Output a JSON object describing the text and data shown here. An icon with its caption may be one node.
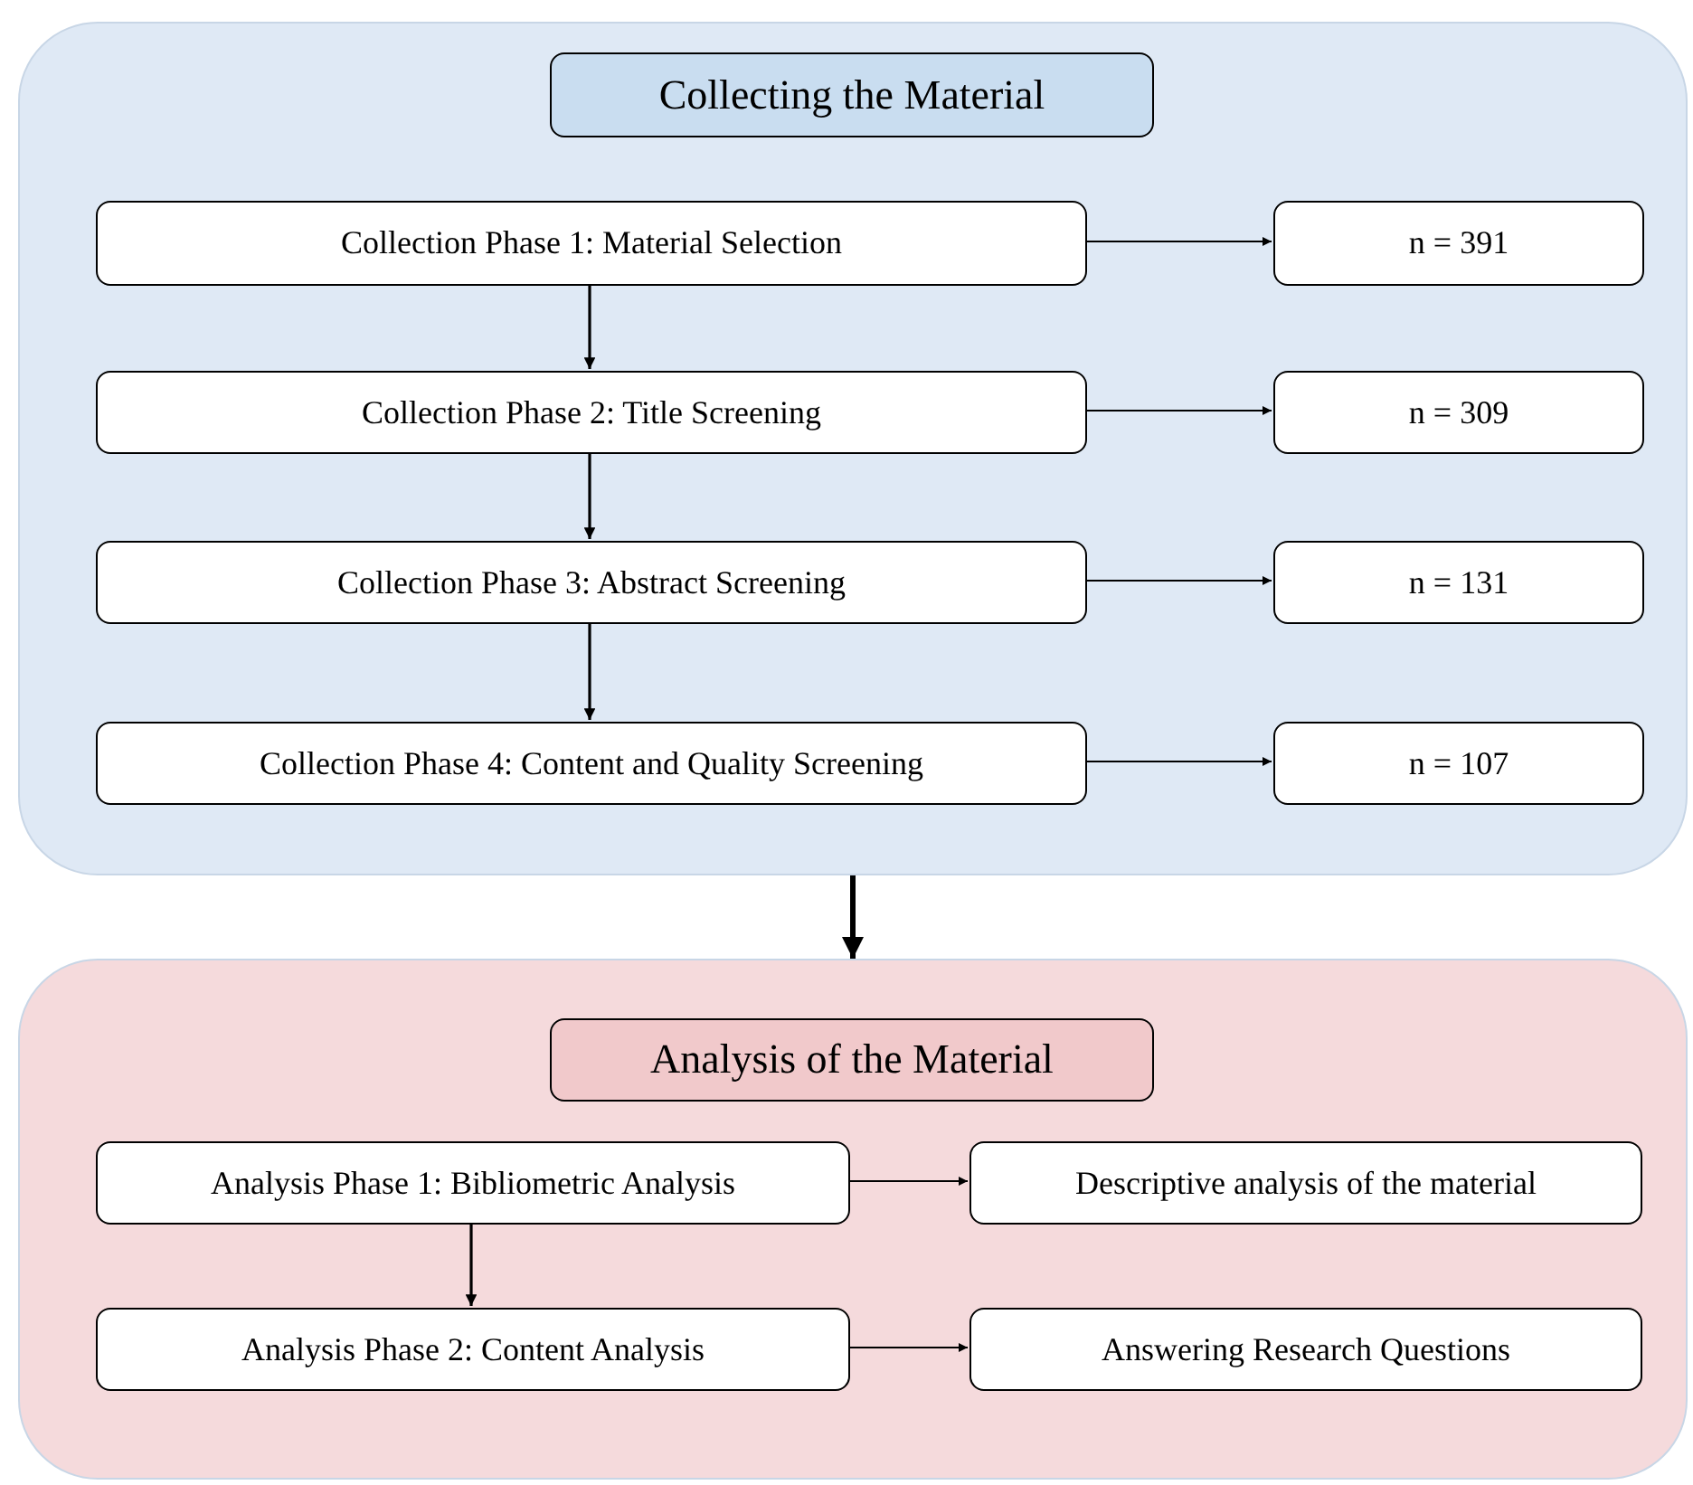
{
  "diagram": {
    "nodes": [
      {
        "text": [],
        "shape": "box"
      },
      {
        "text": [
          "Collecting the Material"
        ],
        "in": 0
      },
      {
        "text": [
          "Collection Phase 1: Material Selection"
        ],
        "in": 0
      },
      {
        "text": [
          "n = 391"
        ],
        "in": 0
      },
      {
        "text": [
          "Collection Phase 2: Title Screening"
        ],
        "in": 0
      },
      {
        "text": [
          "n = 309"
        ],
        "in": 0
      },
      {
        "text": [
          "Collection Phase 3: Abstract Screening"
        ],
        "in": 0
      },
      {
        "text": [
          "n = 131"
        ],
        "in": 0
      },
      {
        "text": [
          "Collection Phase 4: Content and Quality Screening"
        ],
        "in": 0
      },
      {
        "text": [
          "n = 107"
        ],
        "in": 0
      },
      {
        "text": [],
        "shape": "box"
      },
      {
        "text": [
          "Analysis of the Material"
        ],
        "in": 10
      },
      {
        "text": [
          "Analysis Phase 1: Bibliometric Analysis"
        ],
        "in": 10
      },
      {
        "text": [
          "Descriptive analysis of the material"
        ],
        "in": 10
      },
      {
        "text": [
          "Analysis Phase 2: Content Analysis"
        ],
        "in": 10
      },
      {
        "text": [
          "Answering Research Questions"
        ],
        "in": 10
      }
    ],
    "edges": [
      {
        "from": 2,
        "to": 3,
        "arrow": "to"
      },
      {
        "from": 2,
        "to": 4,
        "arrow": "to"
      },
      {
        "from": 4,
        "to": 5,
        "arrow": "to"
      },
      {
        "from": 4,
        "to": 6,
        "arrow": "to"
      },
      {
        "from": 6,
        "to": 7,
        "arrow": "to"
      },
      {
        "from": 6,
        "to": 8,
        "arrow": "to"
      },
      {
        "from": 8,
        "to": 9,
        "arrow": "to"
      },
      {
        "from": 0,
        "to": 10,
        "arrow": "to",
        "style": "thick"
      },
      {
        "from": 12,
        "to": 13,
        "arrow": "to"
      },
      {
        "from": 12,
        "to": 14,
        "arrow": "to"
      },
      {
        "from": 14,
        "to": 15,
        "arrow": "to"
      }
    ]
  }
}
